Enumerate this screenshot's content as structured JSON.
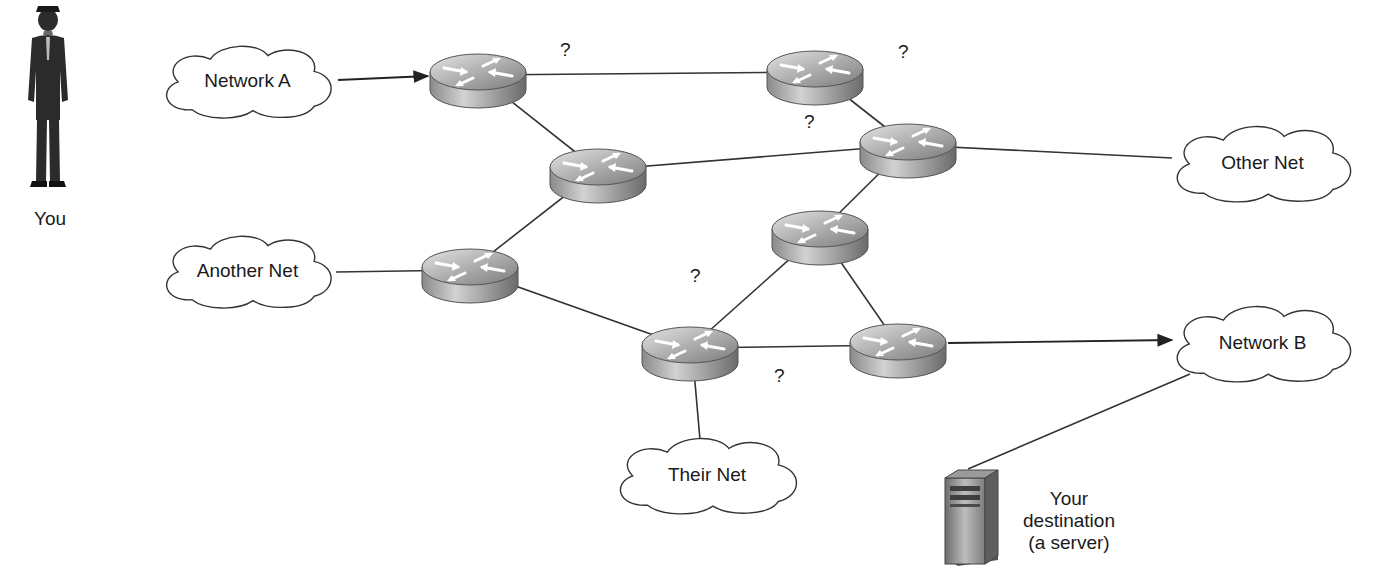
{
  "diagram": {
    "nodes": [
      {
        "text": [
          "You"
        ]
      },
      {
        "text": [
          "Network A"
        ]
      },
      {
        "text": [
          "Another Net"
        ]
      },
      {
        "text": [
          "Their Net"
        ]
      },
      {
        "text": [
          "Other Net"
        ]
      },
      {
        "text": [
          "Network B"
        ]
      },
      {
        "text": [
          "Your destination (a server)"
        ]
      }
    ],
    "edges": [
      {
        "from": 5,
        "to": 6,
        "arrow": "none"
      }
    ],
    "labels": [
      "?",
      "?",
      "?",
      "?",
      "?"
    ]
  }
}
